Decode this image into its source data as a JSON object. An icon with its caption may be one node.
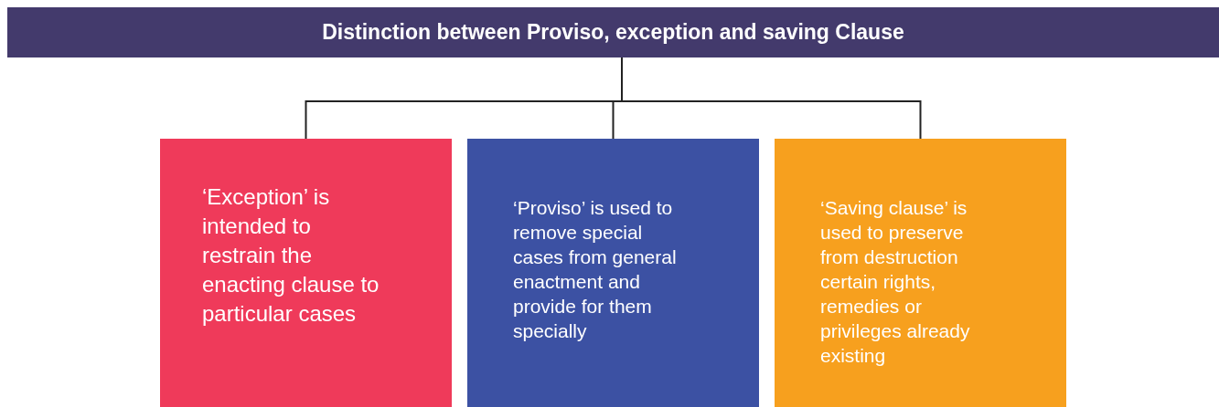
{
  "diagram": {
    "nodes": [
      {
        "text": [
          "Distinction between Proviso, exception and saving Clause"
        ]
      },
      {
        "text": [
          "‘Exception’ is intended to restrain the enacting clause to particular cases"
        ]
      },
      {
        "text": [
          "‘Proviso’ is used to remove special cases from general enactment and provide for them specially"
        ]
      },
      {
        "text": [
          "‘Saving clause’ is used to preserve from destruction certain rights, remedies or privileges already existing"
        ]
      }
    ],
    "edges": [
      {
        "from": 0,
        "to": 1,
        "arrow": "none"
      },
      {
        "from": 0,
        "to": 2,
        "arrow": "none"
      },
      {
        "from": 0,
        "to": 3,
        "arrow": "none"
      }
    ]
  }
}
